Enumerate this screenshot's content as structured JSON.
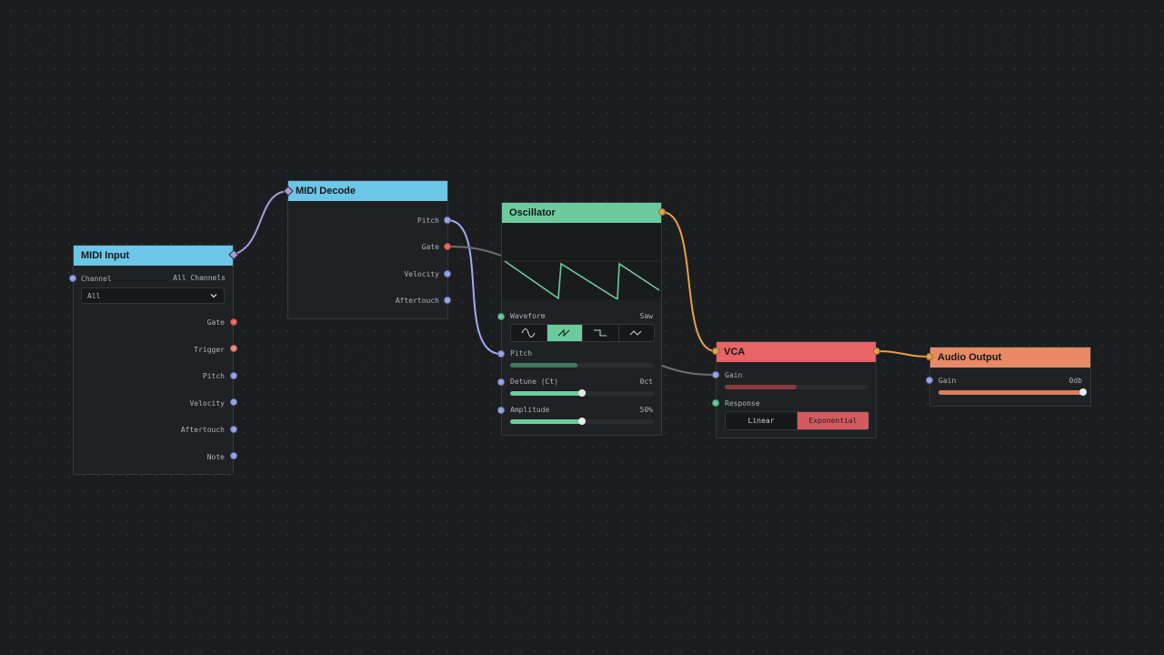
{
  "colors": {
    "background": "#1c1d1f",
    "midi_header": "#6cc6e8",
    "osc_header": "#6ccb9c",
    "vca_header": "#e86466",
    "output_header": "#e88a66",
    "port_blue": "#95a6ea",
    "port_red": "#ea6c5e",
    "port_salmon": "#ee8a7e",
    "port_green": "#67c99a",
    "port_orange": "#e6a04e",
    "wire_purple": "#a79cdd",
    "wire_blue": "#9db0f0",
    "wire_gray": "#6b6f75",
    "wire_orange": "#e6a04e"
  },
  "nodes": {
    "midi_input": {
      "title": "MIDI Input",
      "channel_label": "Channel",
      "channel_value": "All Channels",
      "select_value": "All",
      "outputs": [
        "Gate",
        "Trigger",
        "Pitch",
        "Velocity",
        "Aftertouch",
        "Note"
      ]
    },
    "midi_decode": {
      "title": "MIDI Decode",
      "outputs": [
        "Pitch",
        "Gate",
        "Velocity",
        "Aftertouch"
      ]
    },
    "oscillator": {
      "title": "Oscillator",
      "waveform_label": "Waveform",
      "waveform_value": "Saw",
      "waveform_options": [
        "sine-icon",
        "saw-icon",
        "square-icon",
        "triangle-icon"
      ],
      "waveform_selected": 1,
      "pitch_label": "Pitch",
      "pitch_level": 0.47,
      "detune_label": "Detune (Ct)",
      "detune_value": "0ct",
      "detune_level": 0.5,
      "amplitude_label": "Amplitude",
      "amplitude_value": "50%",
      "amplitude_level": 0.5
    },
    "vca": {
      "title": "VCA",
      "gain_label": "Gain",
      "gain_level": 0.5,
      "response_label": "Response",
      "response_options": [
        "Linear",
        "Exponential"
      ],
      "response_selected": 1
    },
    "audio_output": {
      "title": "Audio Output",
      "gain_label": "Gain",
      "gain_value": "0db",
      "gain_level": 1.0
    }
  }
}
